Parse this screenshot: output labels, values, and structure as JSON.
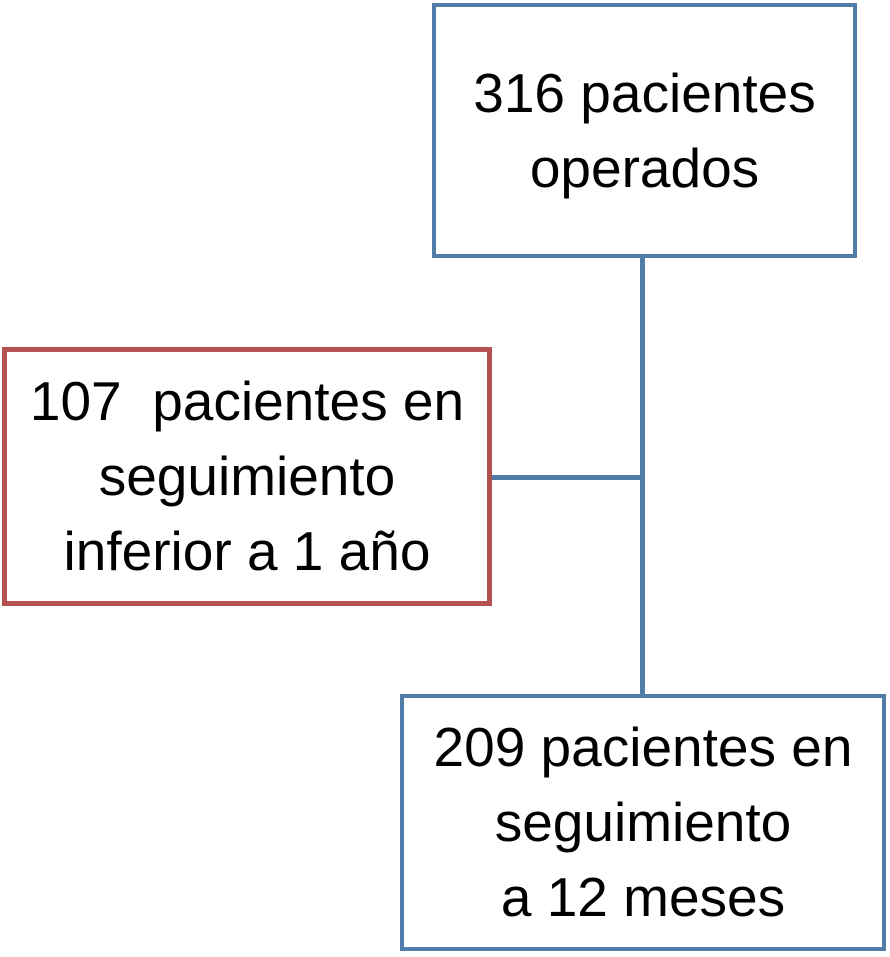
{
  "colors": {
    "blue": "#527CA8",
    "red": "#B35150",
    "text": "#000000",
    "background": "#FFFFFF"
  },
  "boxes": {
    "operated": {
      "lines": [
        "316 pacientes",
        "operados"
      ]
    },
    "short_followup": {
      "lines": [
        "107  pacientes en",
        "seguimiento",
        "inferior a 1 año"
      ]
    },
    "followup_12m": {
      "lines": [
        "209 pacientes en",
        "seguimiento",
        "a 12 meses"
      ]
    }
  }
}
